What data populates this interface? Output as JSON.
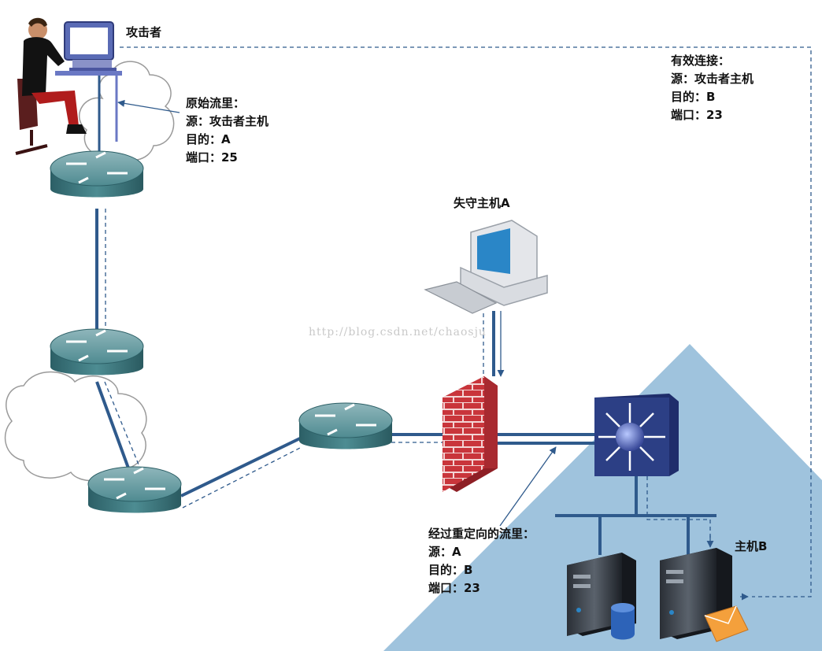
{
  "labels": {
    "attacker": "攻击者",
    "host_a": "失守主机A",
    "host_b": "主机B"
  },
  "original_traffic": {
    "heading": "原始流里：",
    "source": "源：攻击者主机",
    "dest": "目的：A",
    "port": "端口：25"
  },
  "effective_connection": {
    "heading": "有效连接：",
    "source": "源：攻击者主机",
    "dest": "目的：B",
    "port": "端口：23"
  },
  "redirected_traffic": {
    "heading": "经过重定向的流里：",
    "source": "源：A",
    "dest": "目的：B",
    "port": "端口：23"
  },
  "watermark": "http://blog.csdn.net/chaosju",
  "icons": [
    "attacker-person-icon",
    "router-icon",
    "cloud-icon",
    "firewall-icon",
    "workstation-icon",
    "switch-icon",
    "server-icon",
    "database-icon",
    "envelope-icon"
  ],
  "colors": {
    "link": "#2f5a8c",
    "triangle": "#9fc3dd",
    "firewall": "#d23a3f",
    "router": "#3f7b82",
    "switch": "#2c3f85"
  }
}
